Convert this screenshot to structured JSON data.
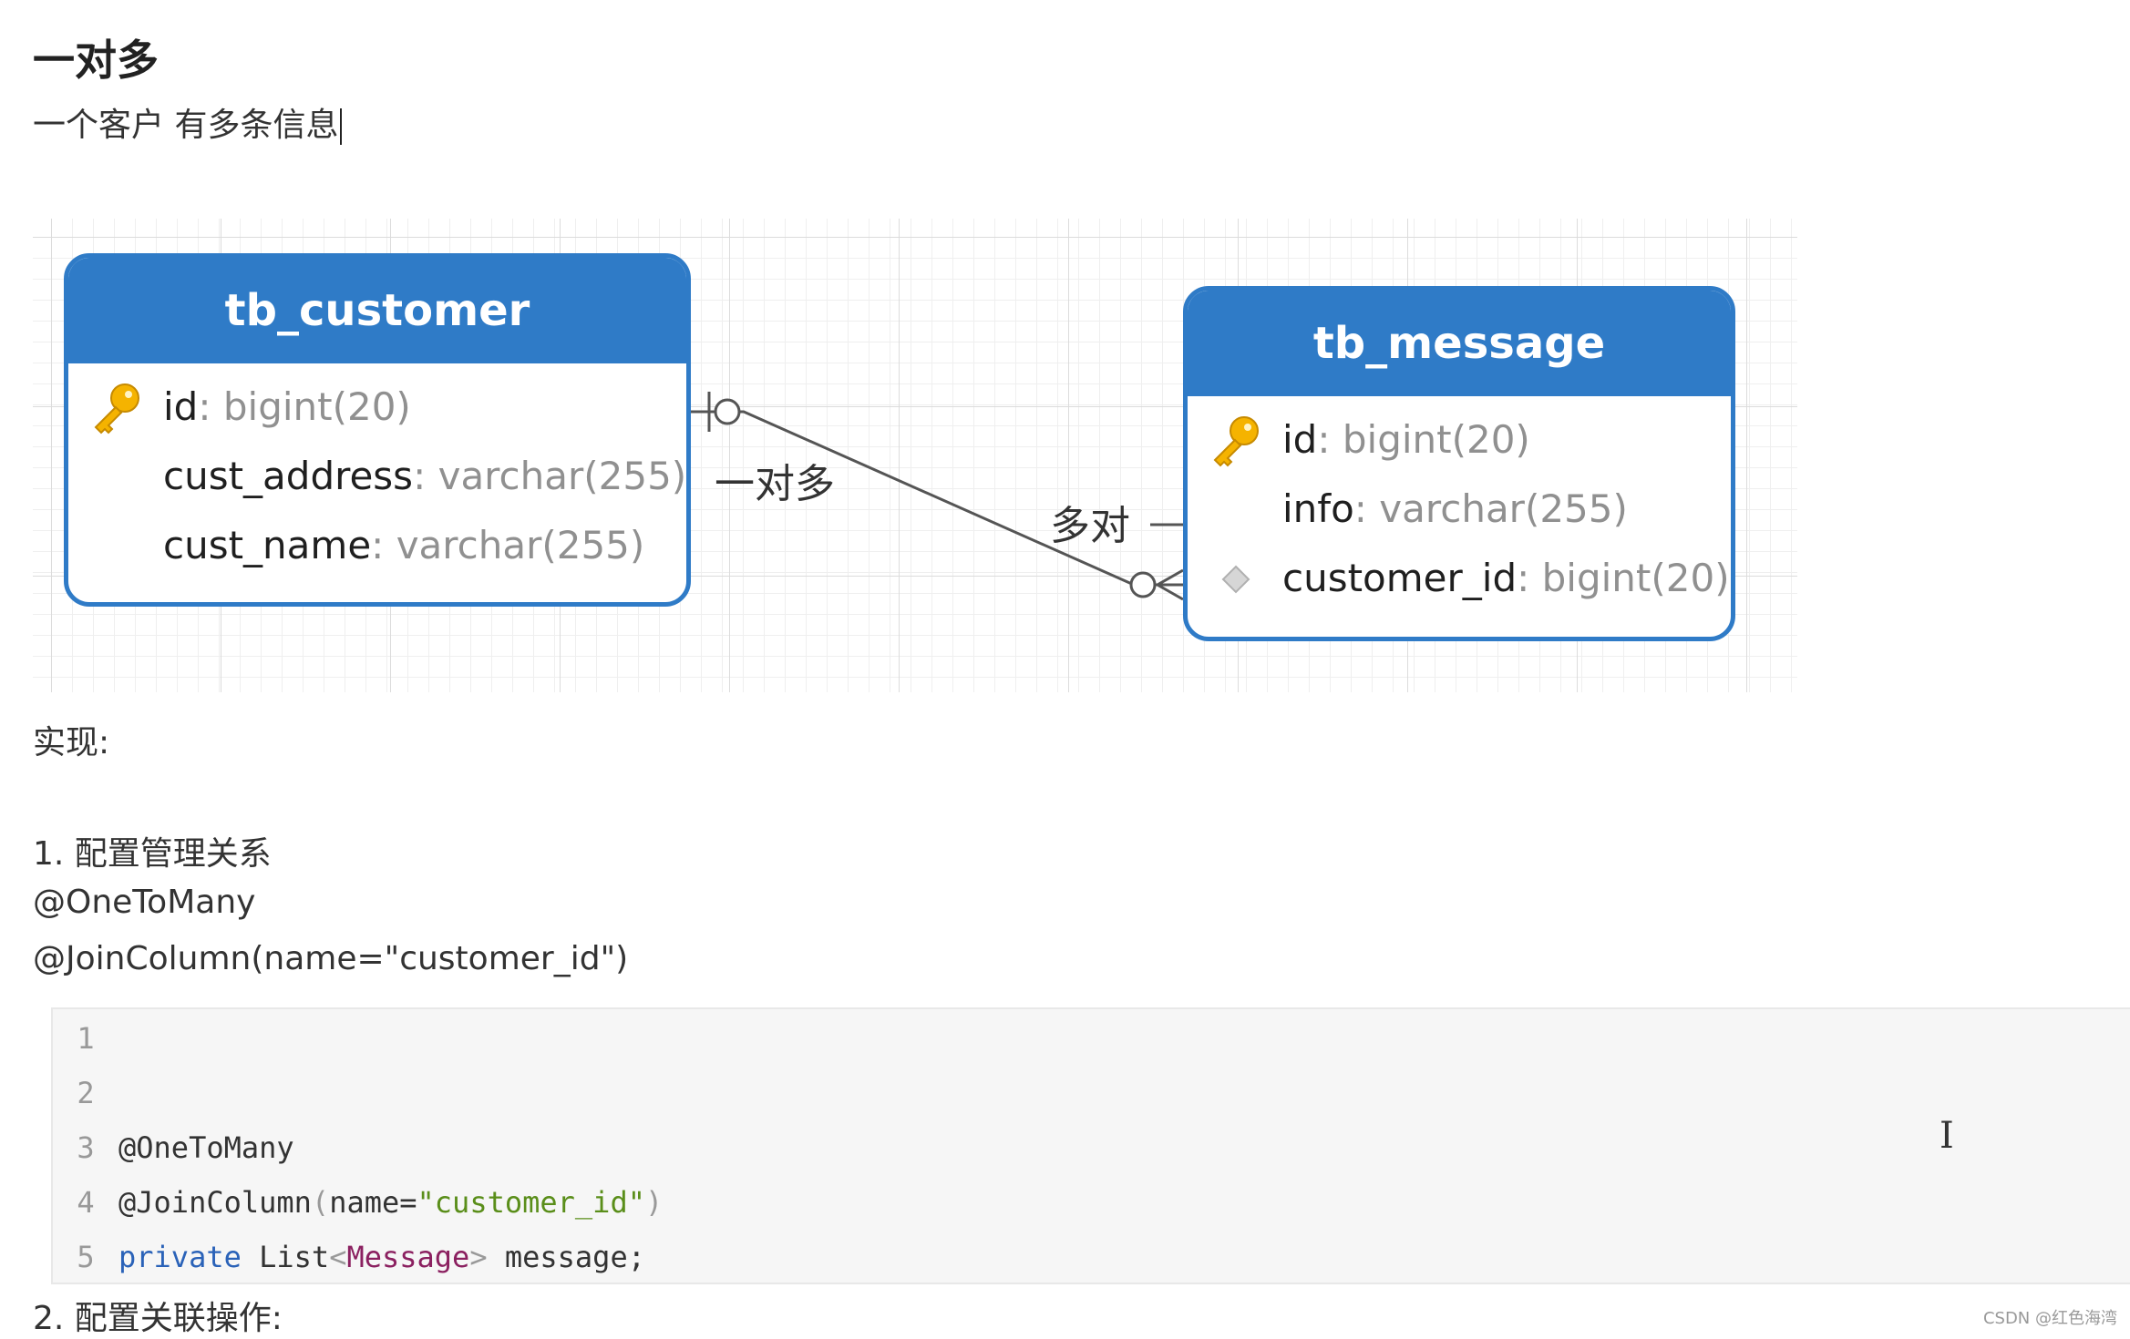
{
  "heading": "一对多",
  "subtitle": "一个客户 有多条信息",
  "diagram": {
    "customer": {
      "title": "tb_customer",
      "rows": [
        {
          "name": "id",
          "sep": ":",
          "type": "bigint(20)",
          "icon": "primary-key-icon"
        },
        {
          "name": "cust_address",
          "sep": ":",
          "type": "varchar(255)",
          "icon": ""
        },
        {
          "name": "cust_name",
          "sep": ":",
          "type": "varchar(255)",
          "icon": ""
        }
      ]
    },
    "message": {
      "title": "tb_message",
      "rows": [
        {
          "name": "id",
          "sep": ":",
          "type": "bigint(20)",
          "icon": "primary-key-icon"
        },
        {
          "name": "info",
          "sep": ":",
          "type": "varchar(255)",
          "icon": ""
        },
        {
          "name": "customer_id",
          "sep": ":",
          "type": "bigint(20)",
          "icon": "foreign-key-diamond-icon"
        }
      ]
    },
    "label_one_to_many": "一对多",
    "label_many_to_one": "多对"
  },
  "realize_label": "实现:",
  "step1": "1. 配置管理关系",
  "annotation1": "@OneToMany",
  "annotation2": "@JoinColumn(name=\"customer_id\")",
  "code": {
    "line_numbers": [
      "1",
      "2",
      "3",
      "4",
      "5"
    ],
    "line3": "@OneToMany",
    "line4": {
      "at": "@JoinColumn",
      "open": "(",
      "param": "name=",
      "str": "\"customer_id\"",
      "close": ")"
    },
    "line5": {
      "kw": "private",
      "type": "List",
      "lt": "<",
      "generic": "Message",
      "gt": ">",
      "rest": " message;"
    }
  },
  "step2": "2. 配置关联操作:",
  "watermark": "CSDN @红色海湾",
  "colors": {
    "table_header": "#2f7bc7",
    "keyword": "#2a62b8",
    "string": "#5a8e1a",
    "generic": "#8b2060"
  }
}
